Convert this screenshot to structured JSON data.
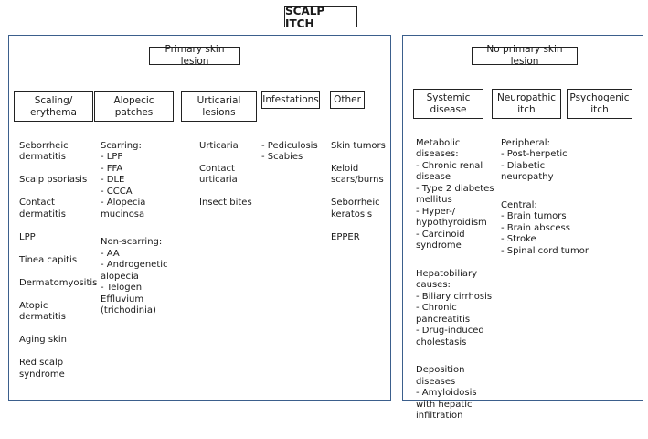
{
  "title": "SCALP ITCH",
  "primary": {
    "header": "Primary skin lesion",
    "categories": [
      {
        "label": "Scaling/\nerythema",
        "items": [
          "Seborrheic\ndermatitis",
          "Scalp psoriasis",
          "Contact\ndermatitis",
          "LPP",
          "Tinea capitis",
          "Dermatomyositis",
          "Atopic dermatitis",
          "Aging skin",
          "Red scalp\nsyndrome"
        ]
      },
      {
        "label": "Alopecic\npatches",
        "sections": [
          "Scarring:\n- LPP\n- FFA\n- DLE\n- CCCA\n- Alopecia\nmucinosa",
          "Non-scarring:\n- AA\n- Androgenetic\nalopecia\n- Telogen\nEffluvium\n(trichodinia)"
        ]
      },
      {
        "label": "Urticarial\nlesions",
        "items": [
          "Urticaria",
          "Contact\nurticaria",
          "Insect bites"
        ]
      },
      {
        "label": "Infestations",
        "items": [
          "- Pediculosis\n- Scabies"
        ]
      },
      {
        "label": "Other",
        "items": [
          "Skin tumors",
          "Keloid\nscars/burns",
          "Seborrheic\nkeratosis",
          "EPPER"
        ]
      }
    ]
  },
  "nonprimary": {
    "header": "No primary skin lesion",
    "categories": [
      {
        "label": "Systemic\ndisease",
        "sections": [
          "Metabolic\ndiseases:\n- Chronic renal\ndisease\n- Type 2 diabetes\nmellitus\n- Hyper-/\nhypothyroidism\n- Carcinoid\nsyndrome",
          "Hepatobiliary\ncauses:\n- Biliary cirrhosis\n- Chronic pancreatitis\n- Drug-induced\ncholestasis",
          "Deposition\ndiseases\n- Amyloidosis\nwith hepatic\ninfiltration"
        ]
      },
      {
        "label": "Neuropathic\nitch",
        "sections": [
          "Peripheral:\n- Post-herpetic\n- Diabetic\nneuropathy",
          "Central:\n- Brain tumors\n- Brain abscess\n- Stroke\n- Spinal cord tumor"
        ]
      },
      {
        "label": "Psychogenic\nitch",
        "sections": []
      }
    ]
  }
}
